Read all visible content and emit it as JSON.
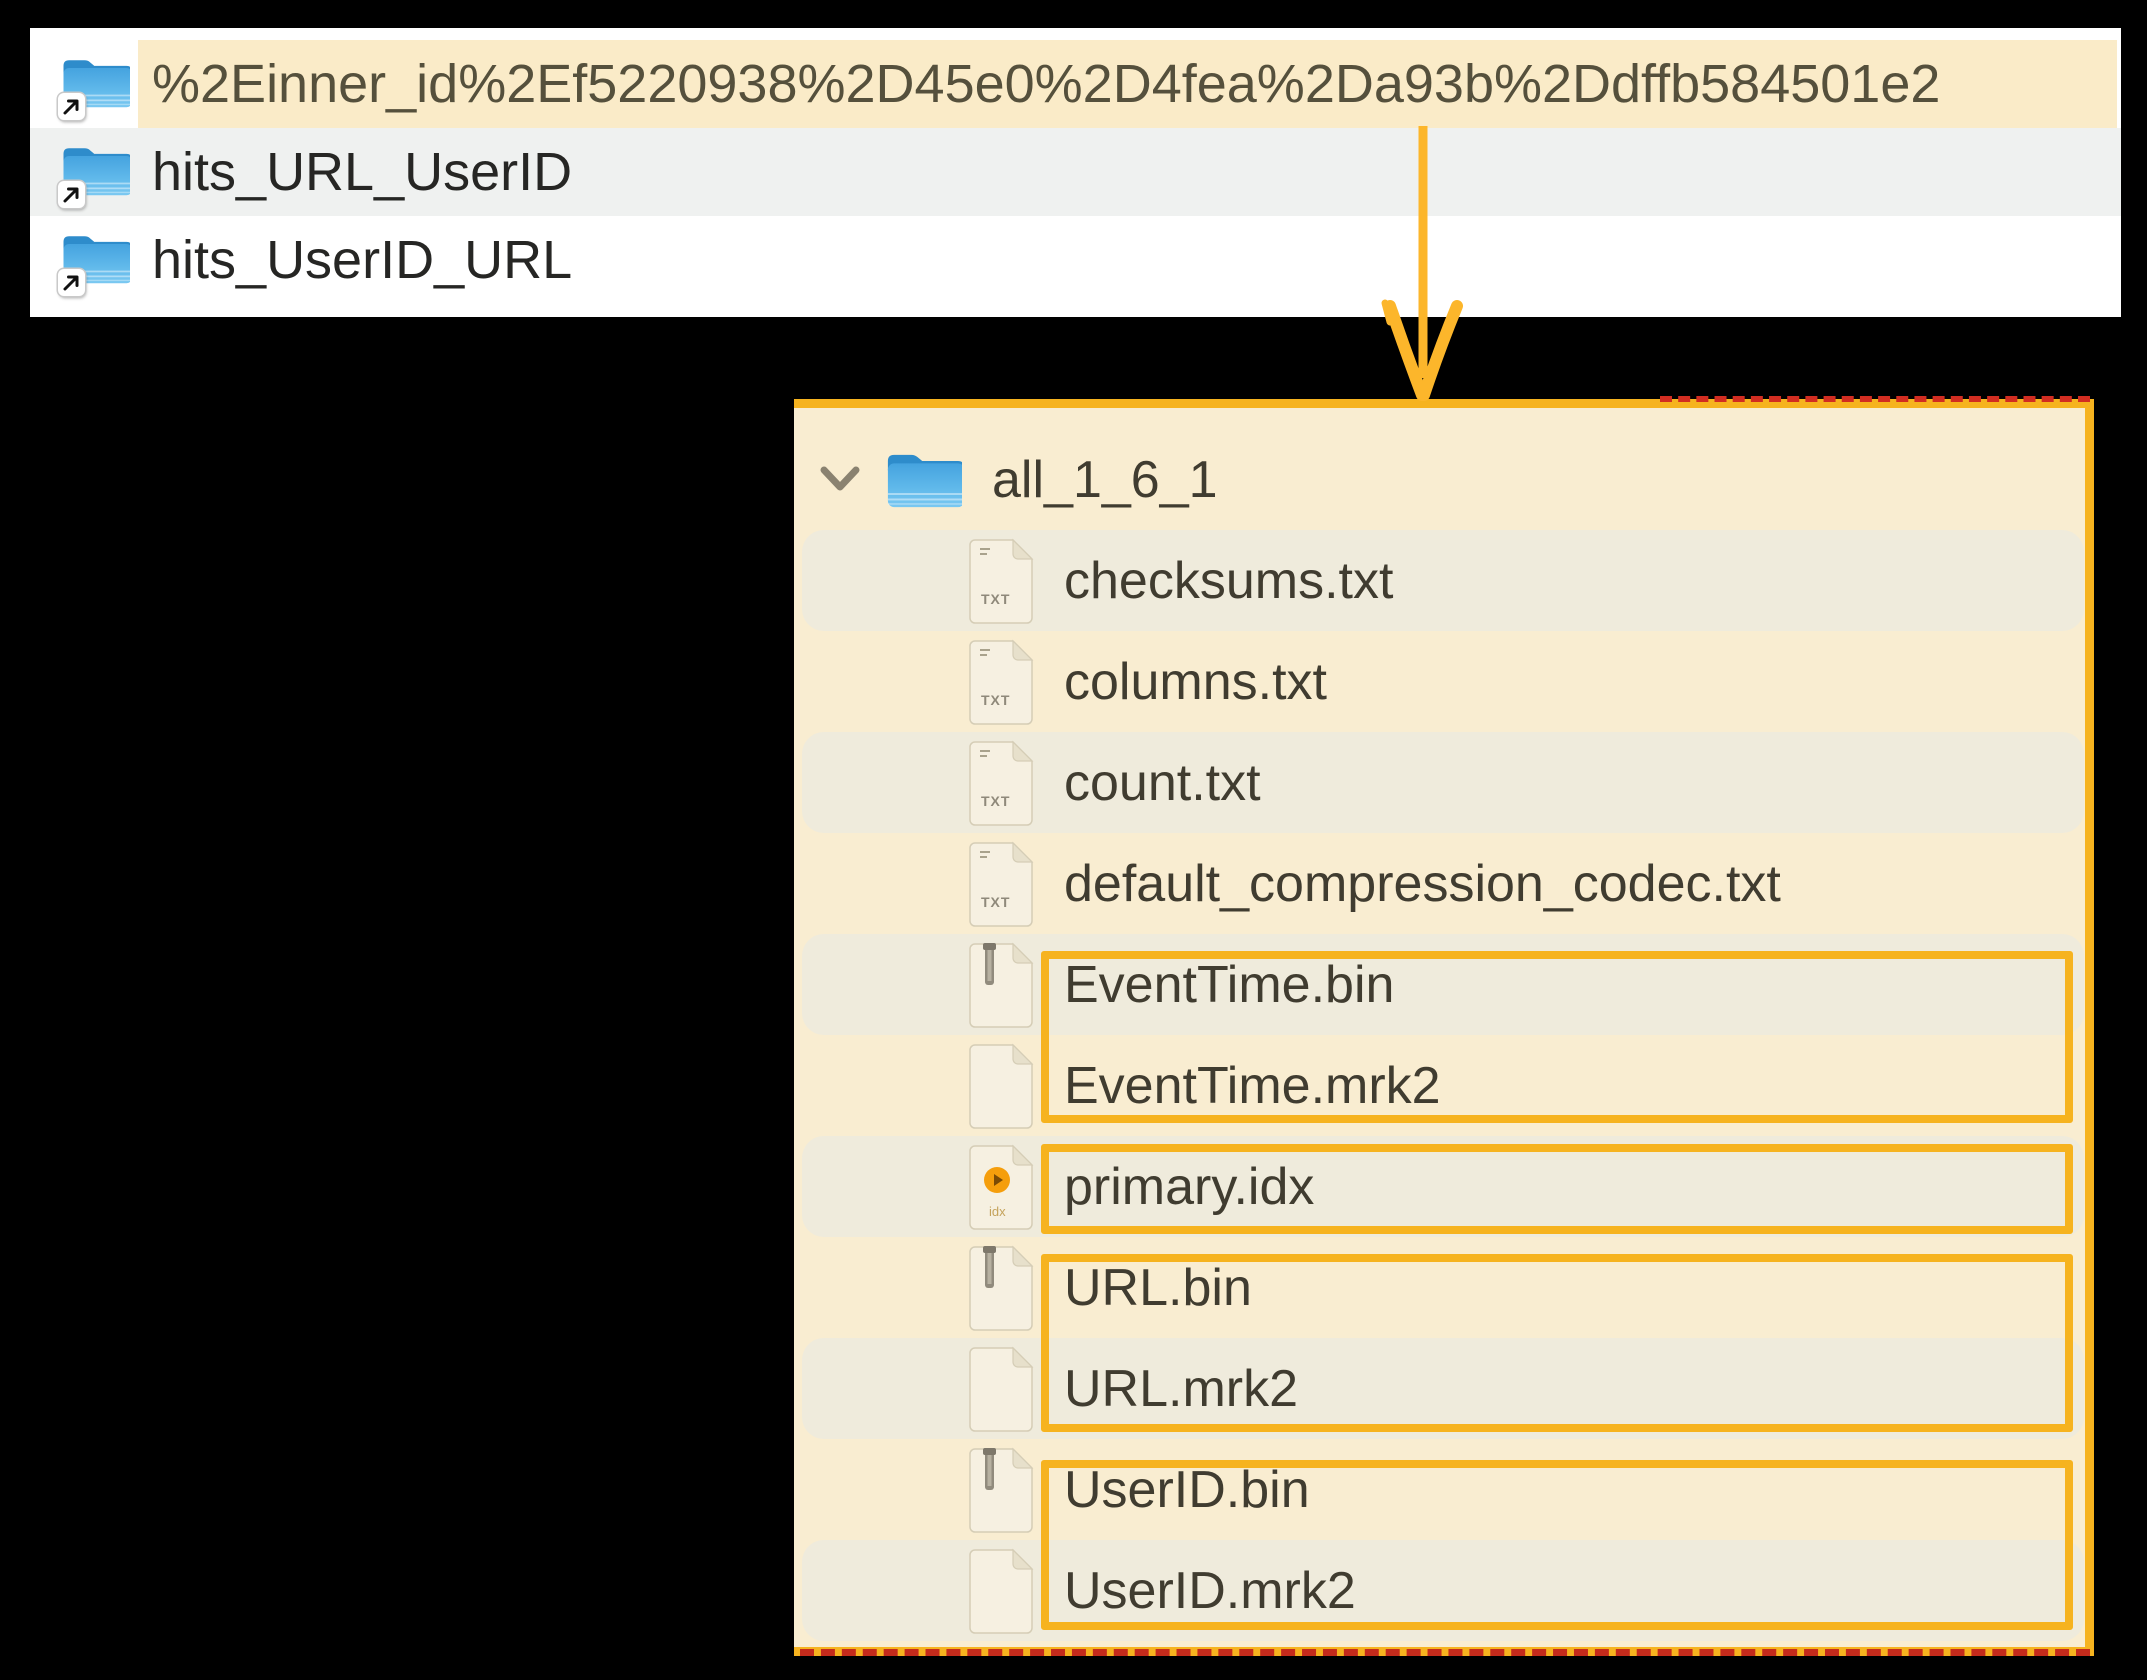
{
  "colors": {
    "accent_orange": "#F6B31F",
    "arrow_orange": "#FCB62B",
    "selection_cream": "#FAEBC8",
    "panel_cream": "#F9EDD1",
    "row_band": "#EFEBDC",
    "row_alt_gray": "#EFF1F0",
    "red_dash": "#C42B1C",
    "folder_blue": "#55B0E6",
    "text_dark": "#403C30"
  },
  "finder_list": {
    "rows": [
      {
        "name": "%2Einner_id%2Ef5220938%2D45e0%2D4fea%2Da93b%2Ddffb584501e2",
        "highlighted": true,
        "icon": "alias-folder-icon"
      },
      {
        "name": "hits_URL_UserID",
        "highlighted": false,
        "icon": "alias-folder-icon"
      },
      {
        "name": "hits_UserID_URL",
        "highlighted": false,
        "icon": "alias-folder-icon"
      }
    ]
  },
  "tree": {
    "root": {
      "label": "all_1_6_1",
      "icon": "folder-icon",
      "expanded": true
    },
    "txt_badge": "TXT",
    "idx_badge": "idx",
    "items": [
      {
        "label": "checksums.txt",
        "icon": "txt-file-icon"
      },
      {
        "label": "columns.txt",
        "icon": "txt-file-icon"
      },
      {
        "label": "count.txt",
        "icon": "txt-file-icon"
      },
      {
        "label": "default_compression_codec.txt",
        "icon": "txt-file-icon"
      },
      {
        "label": "EventTime.bin",
        "icon": "bin-file-icon"
      },
      {
        "label": "EventTime.mrk2",
        "icon": "blank-file-icon"
      },
      {
        "label": "primary.idx",
        "icon": "idx-file-icon"
      },
      {
        "label": "URL.bin",
        "icon": "bin-file-icon"
      },
      {
        "label": "URL.mrk2",
        "icon": "blank-file-icon"
      },
      {
        "label": "UserID.bin",
        "icon": "bin-file-icon"
      },
      {
        "label": "UserID.mrk2",
        "icon": "blank-file-icon"
      }
    ]
  },
  "annotations": {
    "arrow": "down-arrow from selected folder to expanded part folder",
    "highlight_boxes": [
      "EventTime.bin + EventTime.mrk2",
      "primary.idx",
      "URL.bin + URL.mrk2",
      "UserID.bin + UserID.mrk2"
    ]
  }
}
